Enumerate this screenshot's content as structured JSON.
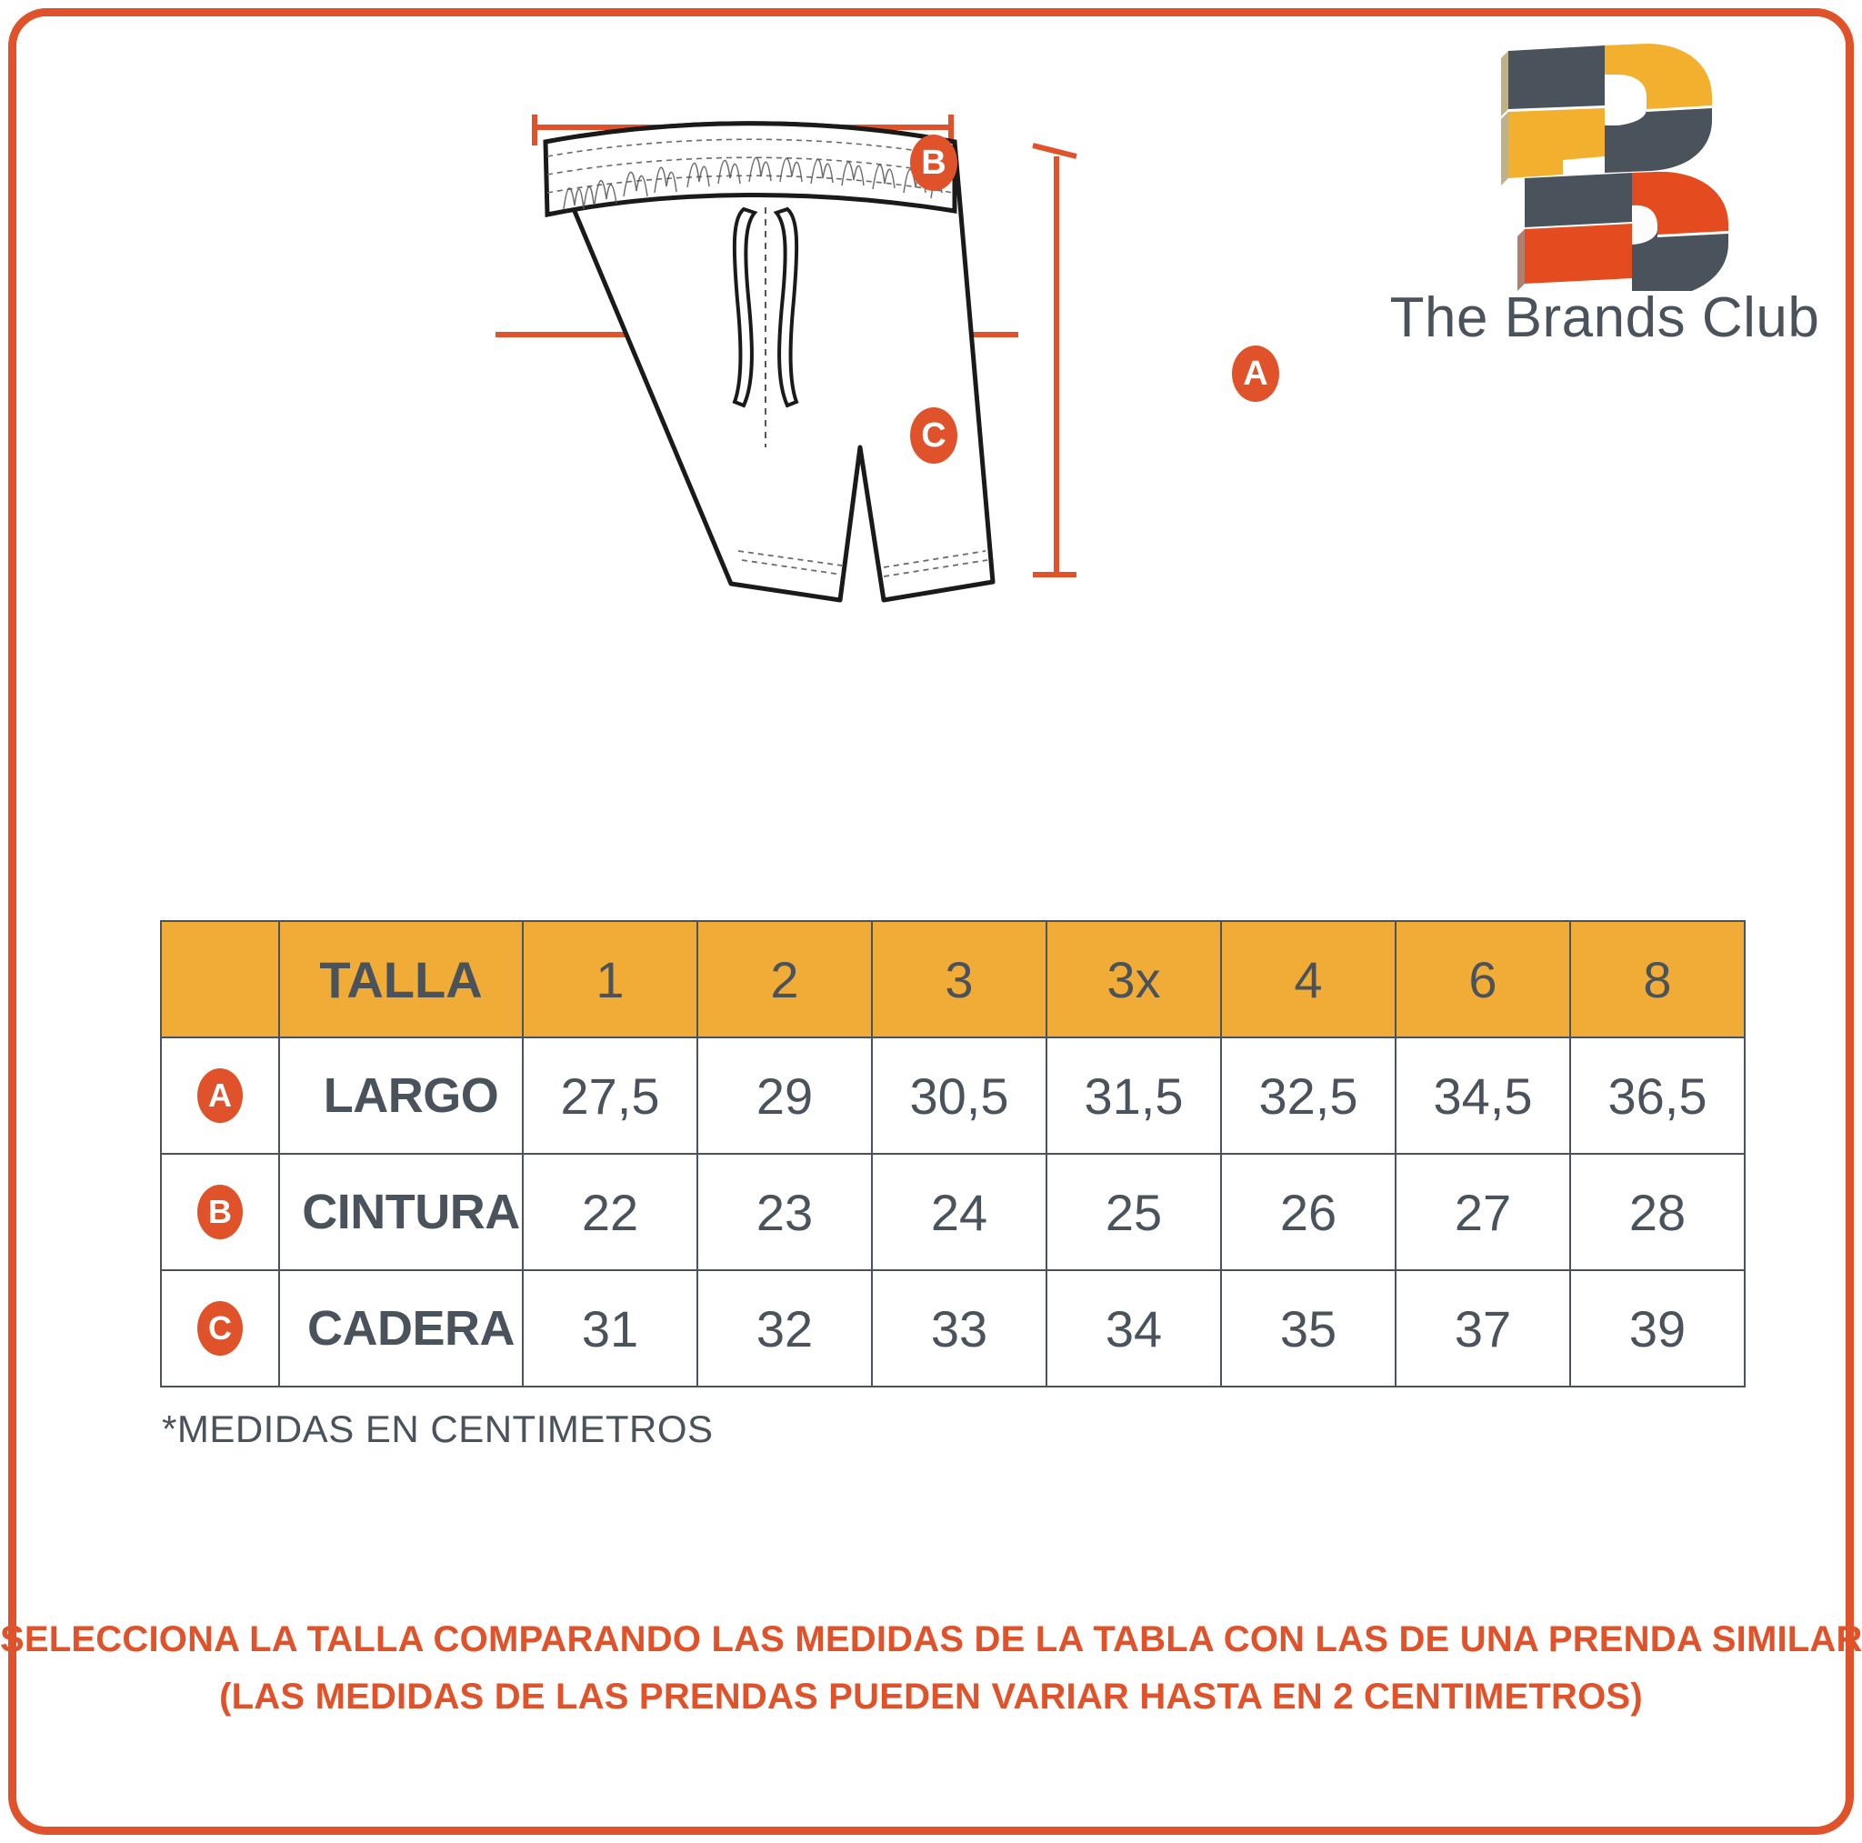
{
  "brand": {
    "name": "The Brands Club",
    "logo_icon": "letter-b-blocks-logo",
    "colors": {
      "slate": "#4A525C",
      "amber": "#F0AC37",
      "orange": "#E0522A",
      "frame": "#E0522A"
    }
  },
  "figure": {
    "icon": "shorts-technical-drawing",
    "markers": [
      {
        "letter": "B",
        "name": "waist-marker"
      },
      {
        "letter": "C",
        "name": "hip-marker"
      },
      {
        "letter": "A",
        "name": "length-marker"
      }
    ]
  },
  "table": {
    "header_label": "TALLA",
    "sizes": [
      "1",
      "2",
      "3",
      "3x",
      "4",
      "6",
      "8"
    ],
    "rows": [
      {
        "badge": "A",
        "label": "LARGO",
        "values": [
          "27,5",
          "29",
          "30,5",
          "31,5",
          "32,5",
          "34,5",
          "36,5"
        ]
      },
      {
        "badge": "B",
        "label": "CINTURA",
        "values": [
          "22",
          "23",
          "24",
          "25",
          "26",
          "27",
          "28"
        ]
      },
      {
        "badge": "C",
        "label": "CADERA",
        "values": [
          "31",
          "32",
          "33",
          "34",
          "35",
          "37",
          "39"
        ]
      }
    ]
  },
  "notes": {
    "units": "*MEDIDAS EN CENTIMETROS",
    "advice_line_1": "SELECCIONA LA TALLA COMPARANDO LAS MEDIDAS DE LA TABLA CON LAS DE UNA PRENDA SIMILAR",
    "advice_line_2": "(LAS MEDIDAS DE LAS PRENDAS PUEDEN VARIAR HASTA EN 2 CENTIMETROS)"
  }
}
